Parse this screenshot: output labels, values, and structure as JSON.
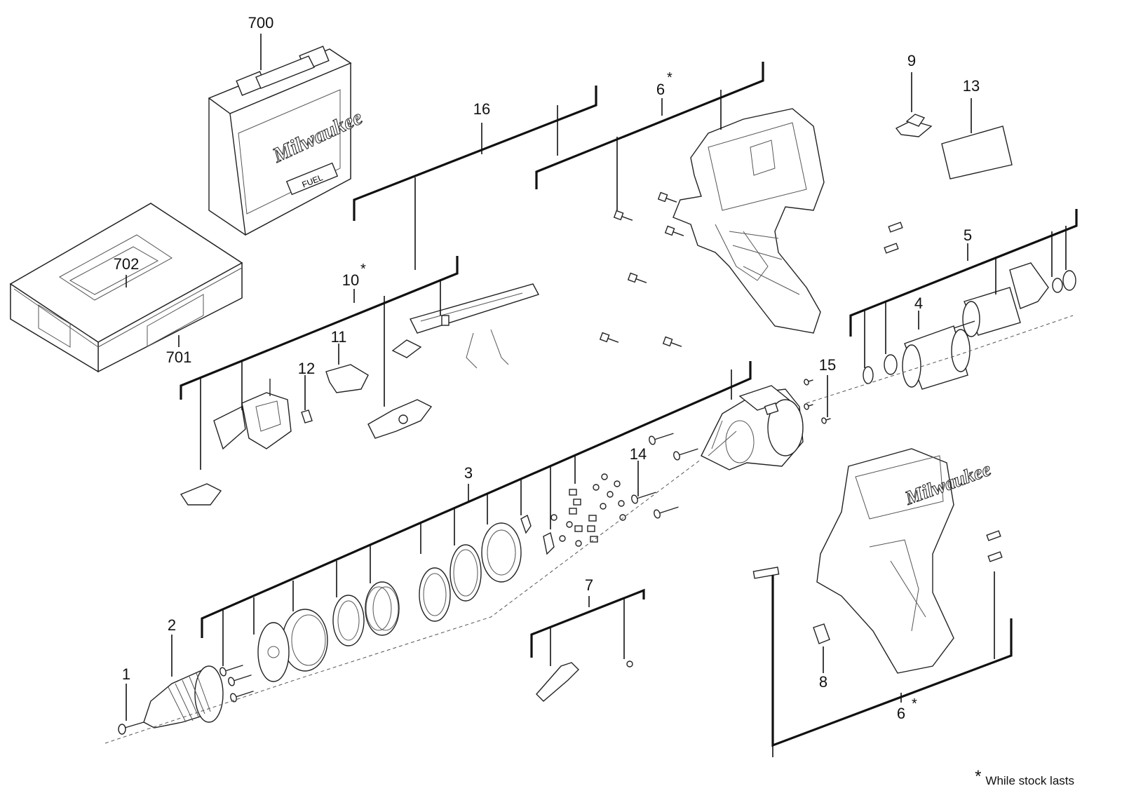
{
  "labels": {
    "p1": "1",
    "p2": "2",
    "p3": "3",
    "p4": "4",
    "p5": "5",
    "p6_top": "6",
    "p6_bottom": "6",
    "p7": "7",
    "p8": "8",
    "p9": "9",
    "p10": "10",
    "p11": "11",
    "p12": "12",
    "p13": "13",
    "p14": "14",
    "p15": "15",
    "p16": "16",
    "p700": "700",
    "p701": "701",
    "p702": "702"
  },
  "asterisk": "*",
  "brand_logo": "Milwaukee",
  "fuel_badge": "FUEL",
  "footnote": {
    "symbol": "*",
    "text": "While stock lasts"
  }
}
